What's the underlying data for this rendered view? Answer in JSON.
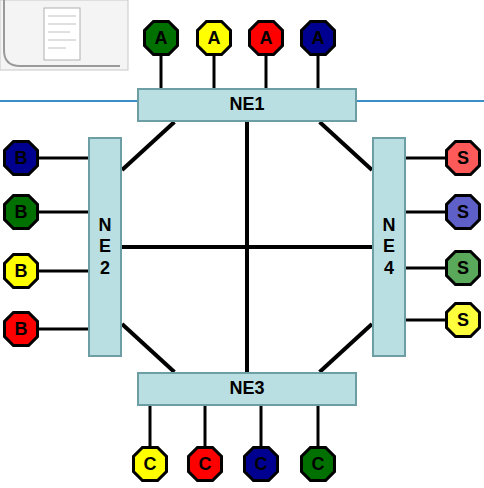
{
  "diagram": {
    "nodes": [
      {
        "text": [
          "A"
        ]
      },
      {
        "text": [
          "A"
        ]
      },
      {
        "text": [
          "A"
        ]
      },
      {
        "text": [
          "A"
        ]
      },
      {
        "text": [
          "NE1"
        ]
      },
      {
        "text": [
          "B"
        ]
      },
      {
        "text": [
          "B"
        ]
      },
      {
        "text": [
          "B"
        ]
      },
      {
        "text": [
          "B"
        ]
      },
      {
        "text": [
          "NE2"
        ]
      },
      {
        "text": [
          "NE4"
        ]
      },
      {
        "text": [
          "S"
        ]
      },
      {
        "text": [
          "S"
        ]
      },
      {
        "text": [
          "S"
        ]
      },
      {
        "text": [
          "S"
        ]
      },
      {
        "text": [
          "NE3"
        ]
      },
      {
        "text": [
          "C"
        ]
      },
      {
        "text": [
          "C"
        ]
      },
      {
        "text": [
          "C"
        ]
      },
      {
        "text": [
          "C"
        ]
      }
    ],
    "edges": [
      {
        "from": 0,
        "to": 4,
        "arrow": "none"
      },
      {
        "from": 1,
        "to": 4,
        "arrow": "none"
      },
      {
        "from": 2,
        "to": 4,
        "arrow": "none"
      },
      {
        "from": 3,
        "to": 4,
        "arrow": "none"
      },
      {
        "from": 5,
        "to": 9,
        "arrow": "none"
      },
      {
        "from": 6,
        "to": 9,
        "arrow": "none"
      },
      {
        "from": 7,
        "to": 9,
        "arrow": "none"
      },
      {
        "from": 8,
        "to": 9,
        "arrow": "none"
      },
      {
        "from": 11,
        "to": 10,
        "arrow": "none"
      },
      {
        "from": 12,
        "to": 10,
        "arrow": "none"
      },
      {
        "from": 13,
        "to": 10,
        "arrow": "none"
      },
      {
        "from": 14,
        "to": 10,
        "arrow": "none"
      },
      {
        "from": 16,
        "to": 15,
        "arrow": "none"
      },
      {
        "from": 17,
        "to": 15,
        "arrow": "none"
      },
      {
        "from": 18,
        "to": 15,
        "arrow": "none"
      },
      {
        "from": 19,
        "to": 15,
        "arrow": "none"
      },
      {
        "from": 4,
        "to": 9,
        "arrow": "none"
      },
      {
        "from": 4,
        "to": 10,
        "arrow": "none"
      },
      {
        "from": 9,
        "to": 15,
        "arrow": "none"
      },
      {
        "from": 10,
        "to": 15,
        "arrow": "none"
      },
      {
        "from": 4,
        "to": 15,
        "arrow": "none"
      },
      {
        "from": 9,
        "to": 10,
        "arrow": "none"
      }
    ]
  }
}
